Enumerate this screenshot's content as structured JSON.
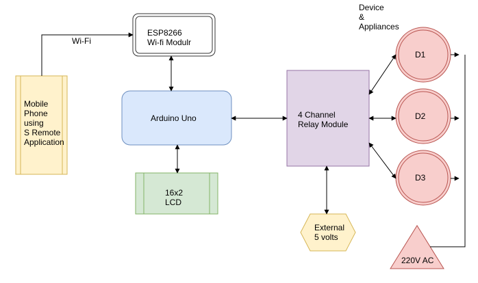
{
  "phone_label": "Mobile\nPhone\nusing\nS Remote\nApplication",
  "wifi_label": "Wi-Fi",
  "esp_label": "ESP8266\nWi-fi Modulr",
  "arduino_label": "Arduino Uno",
  "lcd_label": "16x2\nLCD",
  "relay_label": "4 Channel\nRelay Module",
  "external_label": "External\n5 volts",
  "devices_header": "Device\n&\nAppliances",
  "devices": [
    "D1",
    "D2",
    "D3"
  ],
  "ac_label": "220V AC",
  "colors": {
    "phone_fill": "#fff2cc",
    "phone_stroke": "#d6b656",
    "arduino_fill": "#dae8fc",
    "arduino_stroke": "#6c8ebf",
    "lcd_fill": "#d5e8d4",
    "lcd_stroke": "#82b366",
    "relay_fill": "#e1d5e7",
    "relay_stroke": "#9673a6",
    "ext_fill": "#fff2cc",
    "ext_stroke": "#d6b656",
    "device_fill": "#f8cecc",
    "device_stroke": "#b85450"
  }
}
